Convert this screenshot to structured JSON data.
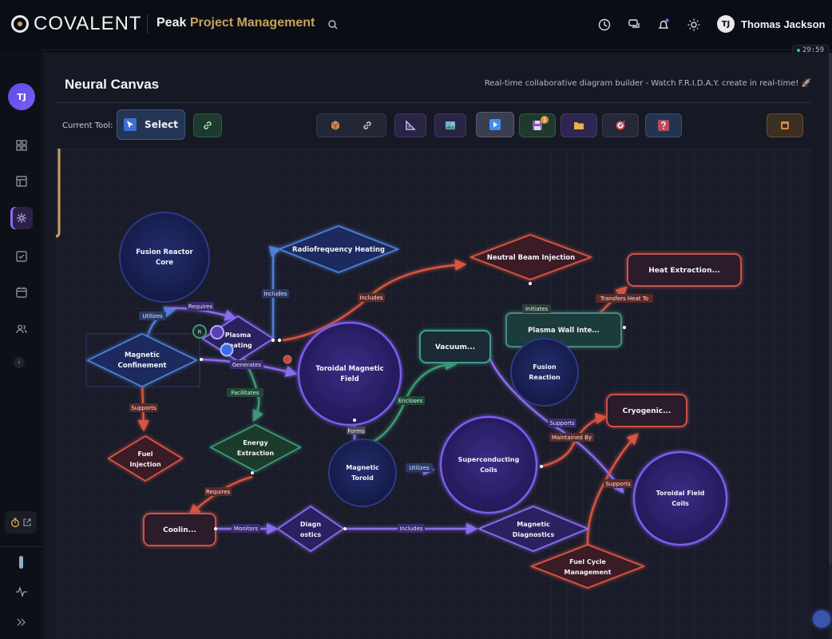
{
  "header": {
    "brand": "COVALENT",
    "app_title_first": "Peak",
    "app_title_second": "Project Management",
    "user_initials": "TJ",
    "user_name": "Thomas Jackson",
    "timer": "29:59"
  },
  "sidebar": {
    "avatar_initials": "TJ",
    "items": [
      "dashboard-icon",
      "layout-icon",
      "neural-canvas-icon",
      "tasks-icon",
      "calendar-icon",
      "team-icon"
    ],
    "active_item": "neural-canvas-icon"
  },
  "page": {
    "title": "Neural Canvas",
    "subtitle": "Real-time collaborative diagram builder - Watch F.R.I.D.A.Y. create in real-time! 🚀"
  },
  "toolbar": {
    "current_tool_label": "Current Tool:",
    "select_label": "Select",
    "save_badge": "1"
  },
  "diagram": {
    "nodes": {
      "n1": "Fusion Reactor",
      "n1b": "Core",
      "n2": "Radiofrequency Heating",
      "n3": "Neutral Beam Injection",
      "n4": "Heat Extraction...",
      "n5a": "Magnetic",
      "n5b": "Confinement",
      "n6a": "Plasma",
      "n6b": "Heating",
      "n7a": "Toroidal Magnetic",
      "n7b": "Field",
      "n8": "Vacuum...",
      "n9": "Plasma Wall Inte...",
      "n10a": "Fusion",
      "n10b": "Reaction",
      "n11": "Cryogenic...",
      "n12a": "Fuel",
      "n12b": "Injection",
      "n13a": "Energy",
      "n13b": "Extraction",
      "n14a": "Magnetic",
      "n14b": "Toroid",
      "n15a": "Superconducting",
      "n15b": "Coils",
      "n16a": "Toroidal Field",
      "n16b": "Coils",
      "n17": "Coolin...",
      "n18a": "Diagn",
      "n18b": "ostics",
      "n19a": "Magnetic",
      "n19b": "Diagnostics",
      "n20a": "Fuel Cycle",
      "n20b": "Management"
    },
    "edges": {
      "e_utilizes1": "Utilizes",
      "e_requires1": "Requires",
      "e_includes1": "Includes",
      "e_includes2": "Includes",
      "e_initiates": "Initiates",
      "e_transfers": "Transfers Heat To",
      "e_generates": "Generates",
      "e_facilitates": "Facilitates",
      "e_supports1": "Supports",
      "e_encloses": "Encloses",
      "e_forms": "Forms",
      "e_utilizes2": "Utilizes",
      "e_supports2": "Supports",
      "e_maintained": "Maintained By",
      "e_supports3": "Supports",
      "e_requires2": "Requires",
      "e_monitors": "Monitors",
      "e_includes3": "Includes"
    },
    "collaborator_badge": "R"
  },
  "colors": {
    "accent_purple": "#7b5cf0",
    "gold": "#c9a35b",
    "red_edge": "#d9553f",
    "blue_edge": "#4d7fd6",
    "green_edge": "#3d9a72"
  }
}
